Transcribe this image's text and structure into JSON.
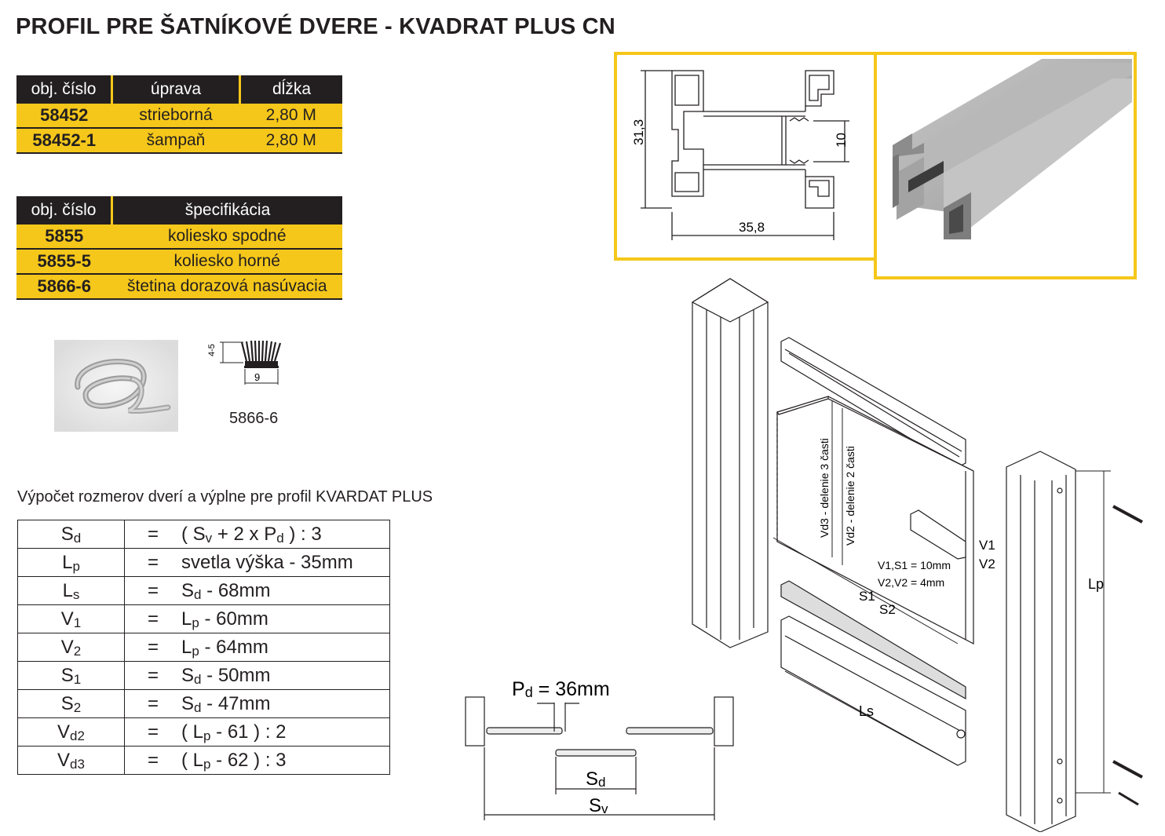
{
  "title": "PROFIL PRE ŠATNÍKOVÉ DVERE - KVADRAT PLUS CN",
  "table1": {
    "headers": [
      "obj. číslo",
      "úprava",
      "dĺžka"
    ],
    "rows": [
      {
        "code": "58452",
        "finish": "strieborná",
        "length": "2,80 M"
      },
      {
        "code": "58452-1",
        "finish": "šampaň",
        "length": "2,80 M"
      }
    ]
  },
  "table2": {
    "headers": [
      "obj. číslo",
      "špecifikácia"
    ],
    "rows": [
      {
        "code": "5855",
        "spec": "koliesko spodné"
      },
      {
        "code": "5855-5",
        "spec": "koliesko horné"
      },
      {
        "code": "5866-6",
        "spec": "štetina dorazová nasúvacia"
      }
    ]
  },
  "brush": {
    "dim_height": "4-5",
    "dim_width": "9",
    "label": "5866-6"
  },
  "profile_section": {
    "height": "31,3",
    "width": "35,8",
    "gap": "10"
  },
  "calc": {
    "caption": "Výpočet rozmerov dverí a výplne pre profil KVARDAT PLUS",
    "rows": [
      {
        "sym": "S",
        "sub": "d",
        "eq": "=",
        "a": "( S",
        "a_sub": "v",
        "b": " + 2 x P",
        "b_sub": "d",
        "c": " ) : 3"
      },
      {
        "sym": "L",
        "sub": "p",
        "eq": "=",
        "a": "svetla výška - 35mm",
        "a_sub": "",
        "b": "",
        "b_sub": "",
        "c": ""
      },
      {
        "sym": "L",
        "sub": "s",
        "eq": "=",
        "a": "S",
        "a_sub": "d",
        "b": " - 68mm",
        "b_sub": "",
        "c": ""
      },
      {
        "sym": "V",
        "sub": "1",
        "eq": "=",
        "a": "L",
        "a_sub": "p",
        "b": " - 60mm",
        "b_sub": "",
        "c": ""
      },
      {
        "sym": "V",
        "sub": "2",
        "eq": "=",
        "a": "L",
        "a_sub": "p",
        "b": " - 64mm",
        "b_sub": "",
        "c": ""
      },
      {
        "sym": "S",
        "sub": "1",
        "eq": "=",
        "a": "S",
        "a_sub": "d",
        "b": " - 50mm",
        "b_sub": "",
        "c": ""
      },
      {
        "sym": "S",
        "sub": "2",
        "eq": "=",
        "a": "S",
        "a_sub": "d",
        "b": " - 47mm",
        "b_sub": "",
        "c": ""
      },
      {
        "sym": "V",
        "sub": "d2",
        "eq": "=",
        "a": "( L",
        "a_sub": "p",
        "b": " - 61 ) : 2",
        "b_sub": "",
        "c": ""
      },
      {
        "sym": "V",
        "sub": "d3",
        "eq": "=",
        "a": "( L",
        "a_sub": "p",
        "b": " - 62 ) : 3",
        "b_sub": "",
        "c": ""
      }
    ]
  },
  "plan": {
    "pd_label": "P",
    "pd_sub": "d",
    "pd_value": " = 36mm",
    "sd": "S",
    "sd_sub": "d",
    "sv": "S",
    "sv_sub": "v"
  },
  "assembly": {
    "vd3": "Vd3 - delenie 3 časti",
    "vd2": "Vd2 - delenie 2 časti",
    "v1": "V1",
    "v2": "V2",
    "note1": "V1,S1 = 10mm",
    "note2": "V2,V2 = 4mm",
    "s1": "S1",
    "s2": "S2",
    "ls": "Ls",
    "lp": "Lp"
  }
}
